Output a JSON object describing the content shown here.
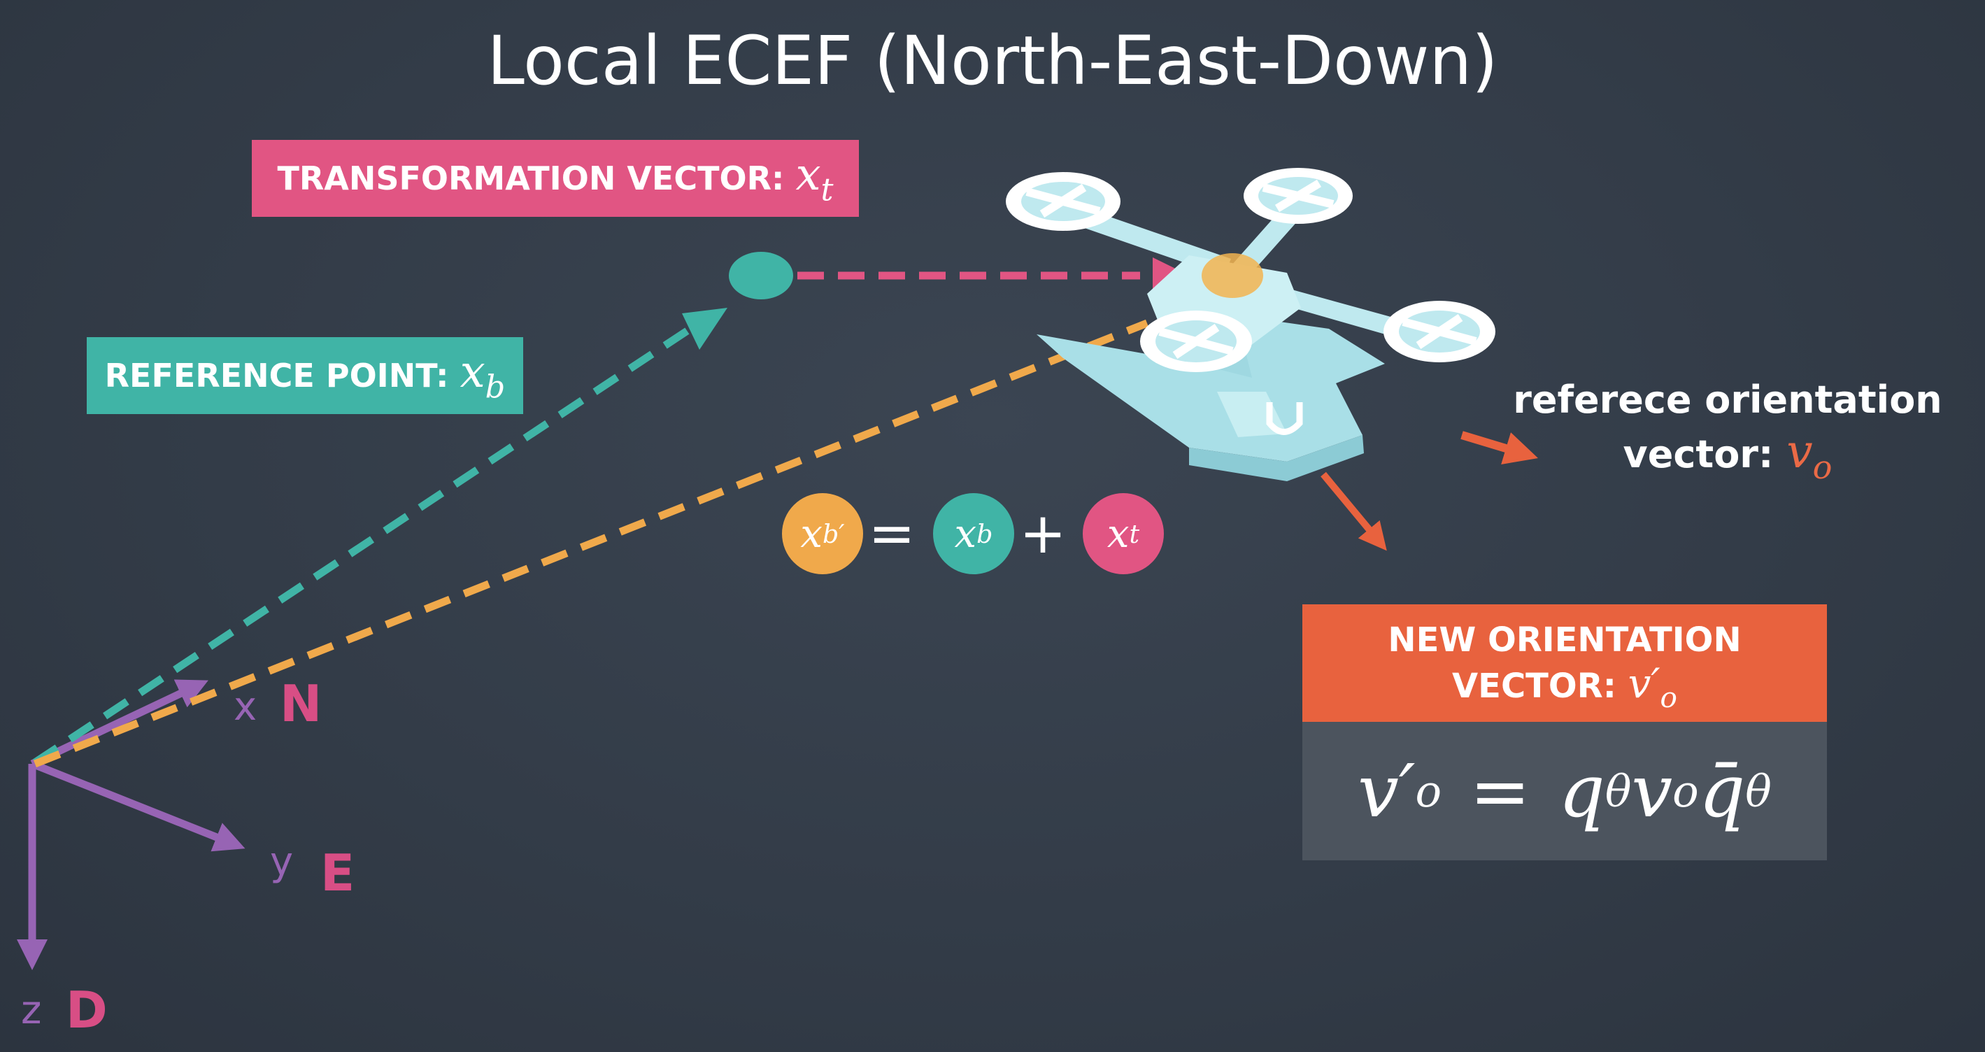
{
  "title": "Local ECEF (North-East-Down)",
  "colors": {
    "pink": "#e15583",
    "teal": "#40b4a6",
    "orange": "#f0a94b",
    "red_orange": "#e8623e",
    "purple": "#9764b4",
    "drone_body": "#bfe9ef"
  },
  "transformation": {
    "label": "TRANSFORMATION VECTOR:",
    "symbol": "x",
    "sub": "t"
  },
  "reference": {
    "label": "REFERENCE POINT:",
    "symbol": "x",
    "sub": "b"
  },
  "reference_orientation": {
    "line1": "referece orientation",
    "line2": "vector:",
    "symbol": "v",
    "sub": "o"
  },
  "new_orientation": {
    "line1": "NEW ORIENTATION",
    "line2": "VECTOR:",
    "symbol": "v′",
    "sub": "o"
  },
  "formula": {
    "lhs": "v′",
    "lhs_sub": "o",
    "eq": "=",
    "q": "q",
    "q_sub": "θ",
    "v": "v",
    "v_sub": "o",
    "qbar": "q̄",
    "qbar_sub": "θ"
  },
  "equation": {
    "lhs": "x",
    "lhs_sub": "b′",
    "eq": "=",
    "a": "x",
    "a_sub": "b",
    "plus": "+",
    "b": "x",
    "b_sub": "t"
  },
  "axes": {
    "x_small": "x",
    "x_letter": "N",
    "y_small": "y",
    "y_letter": "E",
    "z_small": "z",
    "z_letter": "D"
  }
}
